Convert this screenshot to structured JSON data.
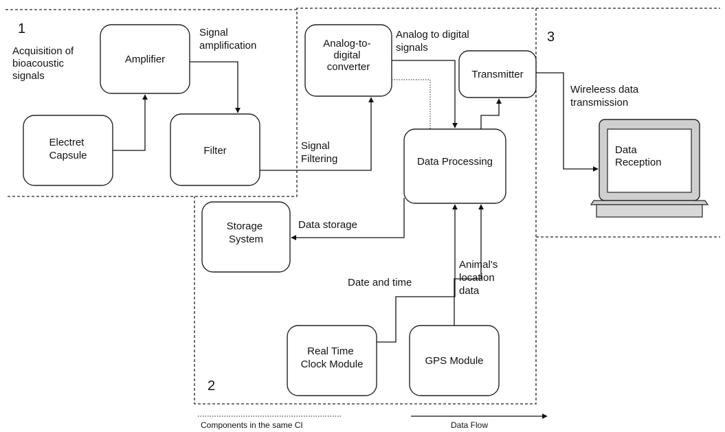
{
  "regions": [
    {
      "number": "1",
      "label": [
        "Acquisition of",
        "bioacoustic",
        "signals"
      ]
    },
    {
      "number": "2"
    },
    {
      "number": "3"
    }
  ],
  "boxes": {
    "amplifier": [
      "Amplifier"
    ],
    "electret": [
      "Electret",
      "Capsule"
    ],
    "filter": [
      "Filter"
    ],
    "adc": [
      "Analog-to-",
      "digital",
      "converter"
    ],
    "transmitter": [
      "Transmitter"
    ],
    "processing": [
      "Data Processing"
    ],
    "storage": [
      "Storage",
      "System"
    ],
    "rtc": [
      "Real Time",
      "Clock Module"
    ],
    "gps": [
      "GPS Module"
    ],
    "reception": [
      "Data",
      "Reception"
    ]
  },
  "flows": {
    "signal_amplification": [
      "Signal",
      "amplification"
    ],
    "signal_filtering": [
      "Signal",
      "Filtering"
    ],
    "analog_to_digital": [
      "Analog to digital",
      "signals"
    ],
    "wireless": [
      "Wireleess data",
      "transmission"
    ],
    "data_storage": [
      "Data storage"
    ],
    "date_time": [
      "Date and time"
    ],
    "location": [
      "Animal's",
      "location",
      "data"
    ]
  },
  "legend": {
    "same_ci": "Components in the same CI",
    "data_flow": "Data Flow"
  }
}
